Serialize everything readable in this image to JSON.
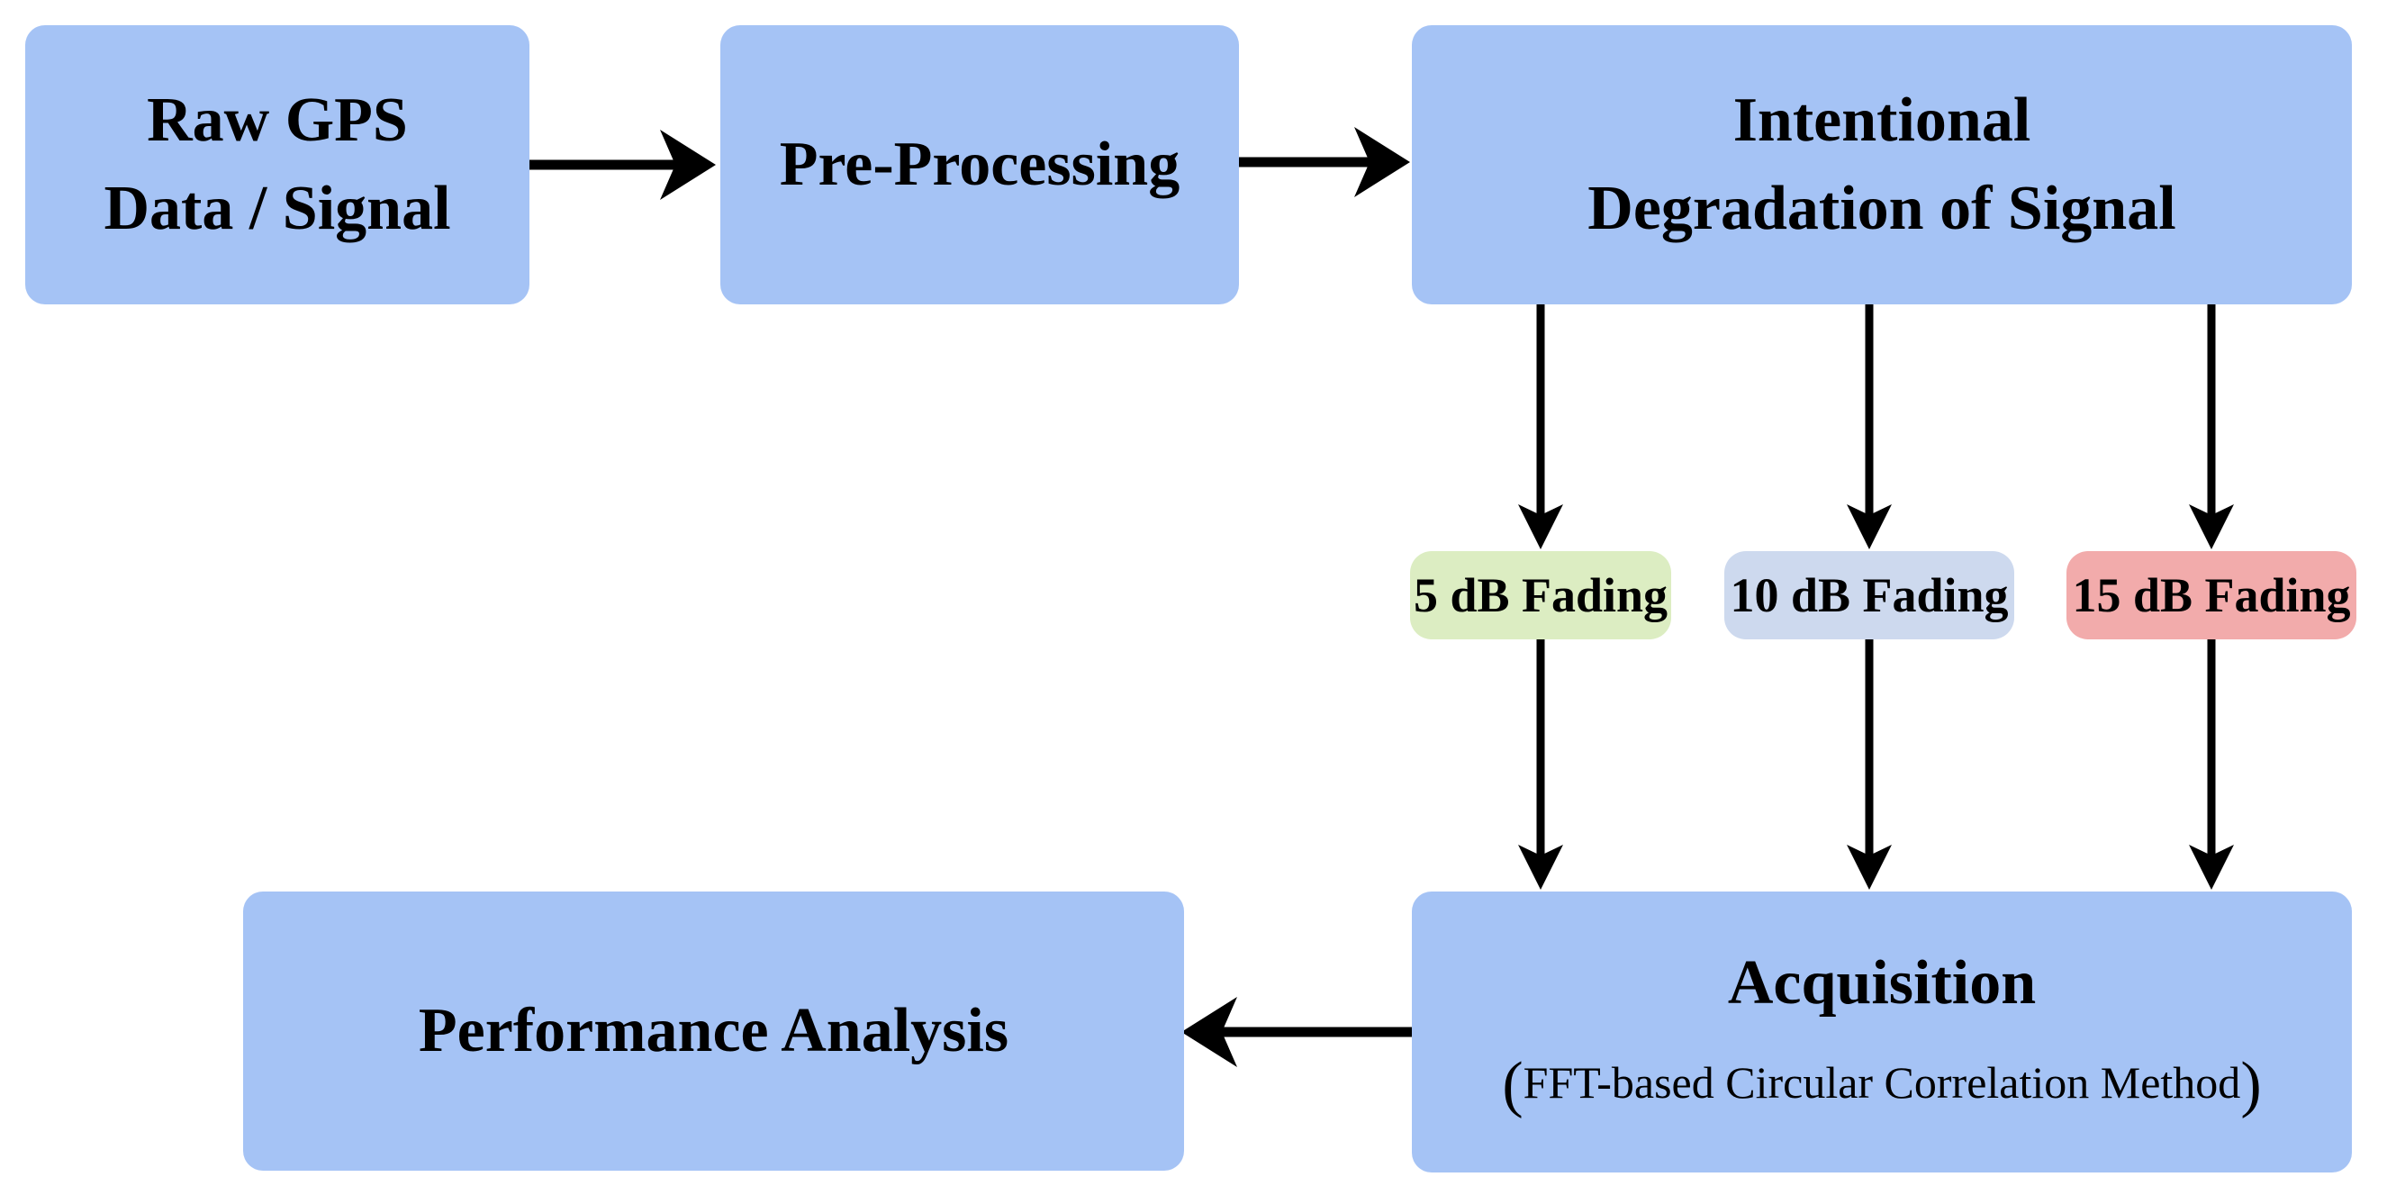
{
  "diagram": {
    "type": "flowchart",
    "background_color": "#ffffff",
    "arrow_color": "#000000",
    "node_fill_color": "#a5c3f5",
    "text_color": "#000000",
    "nodes": {
      "raw_gps": {
        "line1": "Raw GPS",
        "line2": "Data / Signal"
      },
      "pre_processing": {
        "label": "Pre-Processing"
      },
      "degradation": {
        "line1": "Intentional",
        "line2": "Degradation of Signal"
      },
      "fading_levels": [
        {
          "label": "5 dB Fading",
          "color": "#dcedc2"
        },
        {
          "label": "10 dB Fading",
          "color": "#cdd9ee"
        },
        {
          "label": "15 dB Fading",
          "color": "#f2abab"
        }
      ],
      "acquisition": {
        "title": "Acquisition",
        "subtitle_open": "(",
        "subtitle": "FFT-based Circular Correlation Method",
        "subtitle_close": ")"
      },
      "performance": {
        "label": "Performance Analysis"
      }
    }
  }
}
